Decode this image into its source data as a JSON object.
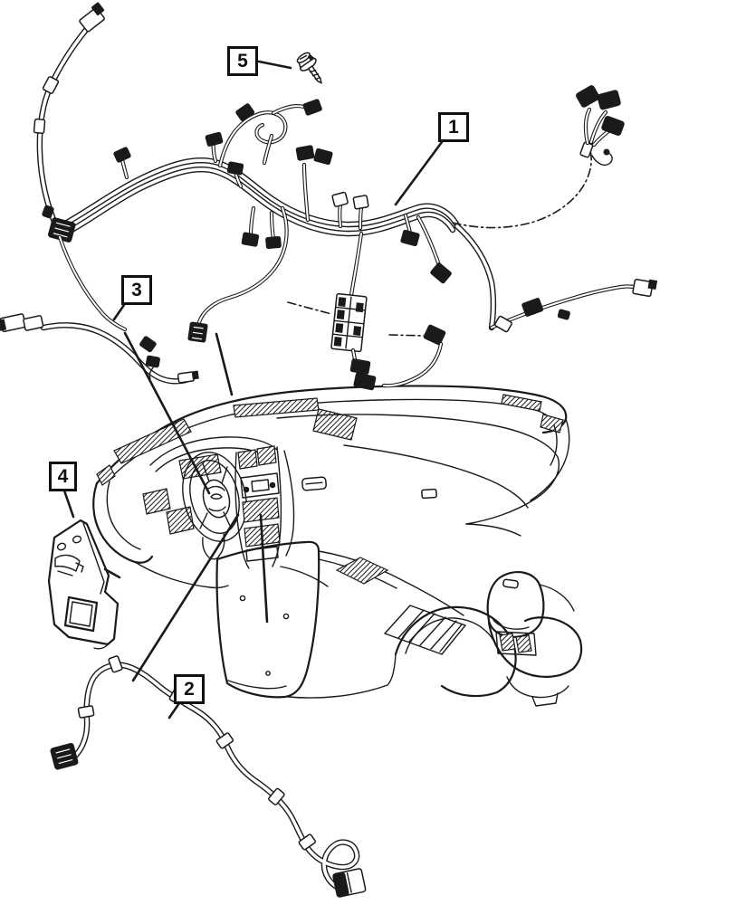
{
  "page": {
    "background": "#ffffff",
    "ink": "#1a1a1a"
  },
  "callouts": [
    {
      "label": "1",
      "icon": "main-instrument-panel-harness-illustration"
    },
    {
      "label": "2",
      "icon": "console-jumper-harness-illustration"
    },
    {
      "label": "3",
      "icon": "column-jumper-harness-illustration"
    },
    {
      "label": "4",
      "icon": "harness-mounting-bracket-illustration"
    },
    {
      "label": "5",
      "icon": "harness-mounting-screw-illustration"
    }
  ]
}
